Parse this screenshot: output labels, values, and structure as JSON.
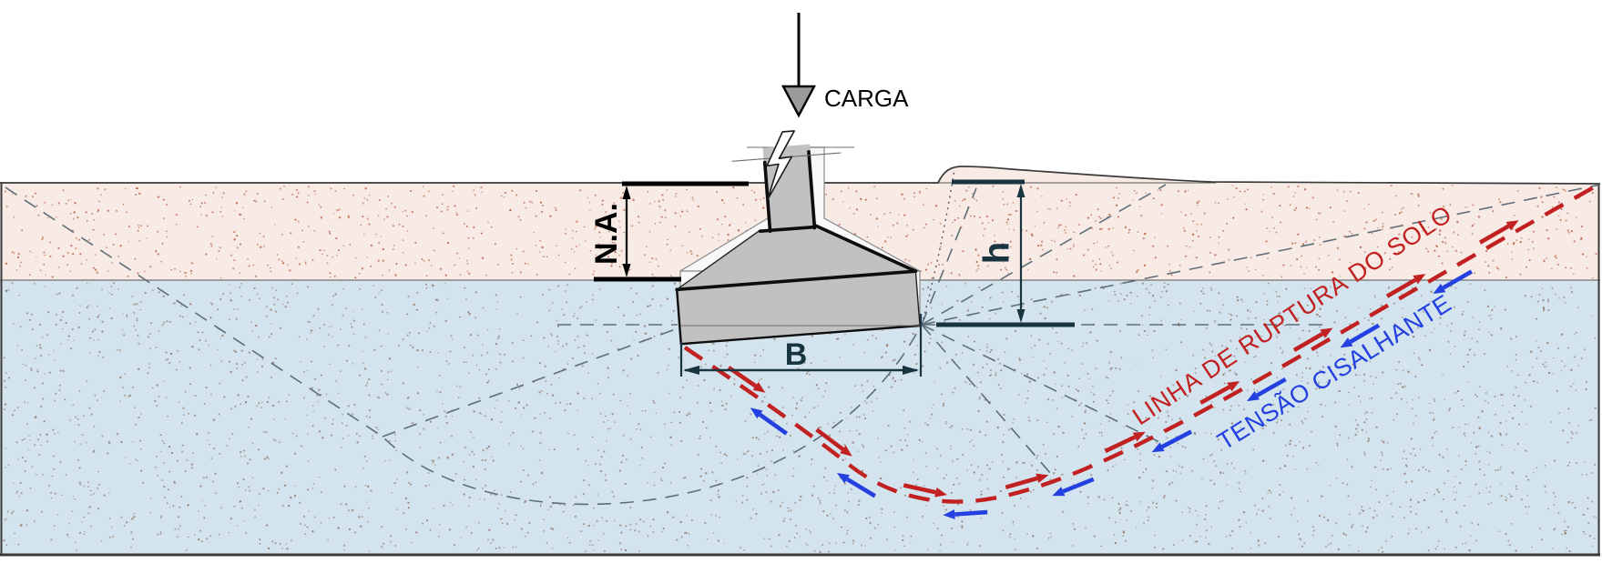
{
  "labels": {
    "load": "CARGA",
    "water_level": "N.A.",
    "depth": "h",
    "footing_width": "B",
    "rupture_line": "LINHA DE RUPTURA DO SOLO",
    "shear_stress": "TENSÃO CISALHANTE"
  },
  "colors": {
    "rupture_red": "#c22121",
    "shear_blue": "#2440e0",
    "upper_soil": "#f8eae5",
    "lower_soil": "#d3e4ee",
    "upper_dots": "#ad5130",
    "lower_dots": "#8a6a58",
    "footing_gray": "#c1c1c1",
    "ghost_gray": "#f8f8f8",
    "construction_gray": "#5f6f78",
    "dimension_dark": "#17343f",
    "outline_dark": "#3a3a3a",
    "arrowhead_gray": "#9a9a9a"
  }
}
